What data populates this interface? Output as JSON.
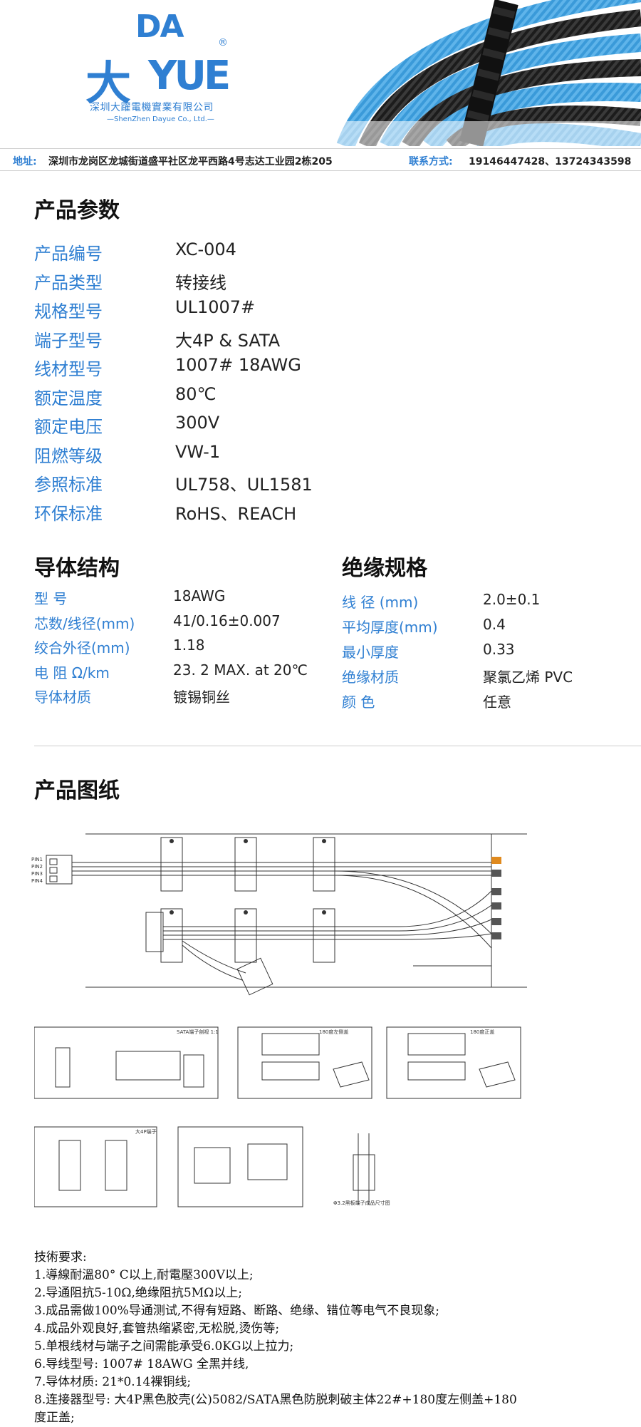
{
  "header": {
    "logo_da": "DA",
    "logo_reg": "®",
    "logo_big": "大",
    "logo_yue": "YUE",
    "logo_company_cn": "深圳大躍電機實業有限公司",
    "logo_company_en": "—ShenZhen Dayue Co., Ltd.—",
    "address_label": "地址:",
    "address_value": "深圳市龙岗区龙城街道盛平社区龙平西路4号志达工业园2栋205",
    "contact_label": "联系方式:",
    "contact_value": "19146447428、13724343598"
  },
  "params": {
    "title": "产品参数",
    "rows": [
      {
        "key": "产品编号",
        "value": "XC-004"
      },
      {
        "key": "产品类型",
        "value": "转接线"
      },
      {
        "key": "规格型号",
        "value": "UL1007#"
      },
      {
        "key": "端子型号",
        "value": "大4P & SATA"
      },
      {
        "key": "线材型号",
        "value": "1007# 18AWG"
      },
      {
        "key": "额定温度",
        "value": "80℃"
      },
      {
        "key": "额定电压",
        "value": "300V"
      },
      {
        "key": "阻燃等级",
        "value": "VW-1"
      },
      {
        "key": "参照标准",
        "value": "UL758、UL1581"
      },
      {
        "key": "环保标准",
        "value": "RoHS、REACH"
      }
    ]
  },
  "conductor": {
    "title": "导体结构",
    "rows": [
      {
        "key": "型 号",
        "value": "18AWG"
      },
      {
        "key": "芯数/线径(mm)",
        "value": "41/0.16±0.007"
      },
      {
        "key": "绞合外径(mm)",
        "value": "1.18"
      },
      {
        "key": "电 阻 Ω/km",
        "value": "23. 2 MAX. at 20℃"
      },
      {
        "key": "导体材质",
        "value": "镀锡铜丝"
      }
    ]
  },
  "insulation": {
    "title": "绝缘规格",
    "rows": [
      {
        "key": "线 径 (mm)",
        "value": "2.0±0.1"
      },
      {
        "key": "平均厚度(mm)",
        "value": "0.4"
      },
      {
        "key": "最小厚度",
        "value": "0.33"
      },
      {
        "key": "绝缘材质",
        "value": "聚氯乙烯 PVC"
      },
      {
        "key": "颜 色",
        "value": "任意"
      }
    ]
  },
  "drawings": {
    "title": "产品图纸",
    "main_labels": [
      "PIN1",
      "PIN2",
      "PIN3",
      "PIN4"
    ],
    "sata_caption": "SATA端子剖视 1:1",
    "view_180": "180度左侧盖",
    "view_180b": "180度正盖",
    "big4p": "大4P端子",
    "terminal_caption": "Φ3.2黑板端子成品尺寸图"
  },
  "tech": {
    "title": "技術要求:",
    "items": [
      "1.導線耐溫80° C以上,耐電壓300V以上;",
      "2.导通阻抗5-10Ω,绝缘阻抗5MΩ以上;",
      "3.成品需做100%导通测试,不得有短路、断路、绝缘、错位等电气不良现象;",
      "4.成品外观良好,套管热缩紧密,无松脱,烫伤等;",
      "5.单根线材与端子之间需能承受6.0KG以上拉力;",
      "6.导线型号: 1007# 18AWG 全黑并线,",
      "7.导体材质: 21*0.14裸铜线;",
      "8.连接器型号: 大4P黑色胶壳(公)5082/SATA黑色防脱刺破主体22#+180度左侧盖+180",
      "度正盖;"
    ]
  },
  "colors": {
    "accent_blue": "#2f7fd2",
    "cable_blue": "#3a9ad9",
    "cable_black": "#1c1c1c"
  }
}
